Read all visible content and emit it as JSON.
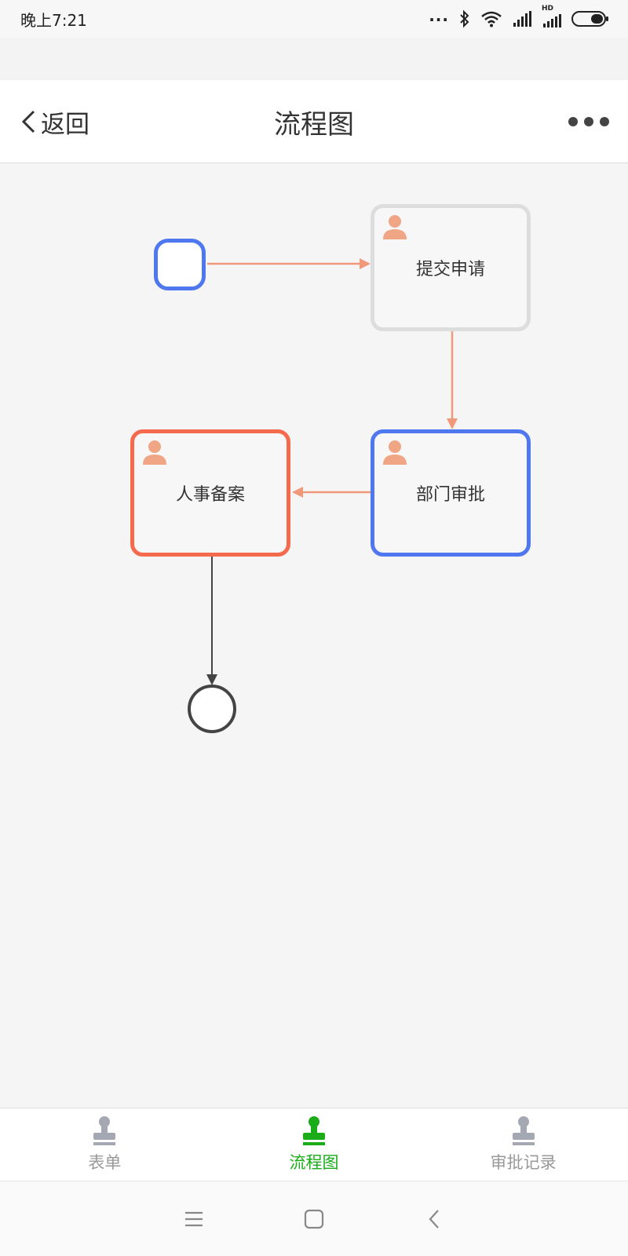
{
  "status_bar": {
    "time": "晚上7:21",
    "dots": "...",
    "icons": [
      "bluetooth-icon",
      "wifi-icon",
      "cellular-signal-icon",
      "hd-signal-icon",
      "battery-icon"
    ],
    "hd_label": "HD"
  },
  "nav": {
    "back_label": "返回",
    "title": "流程图",
    "more_icon": "more-dots-icon"
  },
  "flow": {
    "nodes": [
      {
        "id": "start",
        "type": "start-event"
      },
      {
        "id": "submit",
        "type": "user-task",
        "label": "提交申请",
        "state": "completed"
      },
      {
        "id": "dept",
        "type": "user-task",
        "label": "部门审批",
        "state": "completed"
      },
      {
        "id": "hr",
        "type": "user-task",
        "label": "人事备案",
        "state": "current"
      },
      {
        "id": "end",
        "type": "end-event"
      }
    ],
    "edges": [
      {
        "from": "start",
        "to": "submit",
        "state": "passed"
      },
      {
        "from": "submit",
        "to": "dept",
        "state": "passed"
      },
      {
        "from": "dept",
        "to": "hr",
        "state": "passed"
      },
      {
        "from": "hr",
        "to": "end",
        "state": "pending"
      }
    ],
    "colors": {
      "passed_edge": "#f0987a",
      "pending_edge": "#444444",
      "completed_border": "#dddddd",
      "active_border": "#4f77f0",
      "current_border": "#f56a4d",
      "person_icon": "#f0a585"
    }
  },
  "tabs": [
    {
      "label": "表单",
      "icon": "stamp-icon",
      "active": false
    },
    {
      "label": "流程图",
      "icon": "stamp-icon",
      "active": true
    },
    {
      "label": "审批记录",
      "icon": "stamp-icon",
      "active": false
    }
  ],
  "tab_colors": {
    "active": "#1aad19",
    "inactive": "#a4a8b2"
  },
  "system_nav": [
    "menu-icon",
    "home-icon",
    "back-icon"
  ]
}
